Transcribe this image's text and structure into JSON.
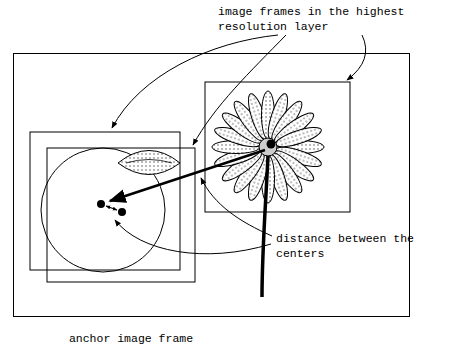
{
  "diagram": {
    "nodes": [
      {
        "text": [
          "anchor image frame"
        ]
      }
    ],
    "labels": [
      "image frames in the highest resolution layer",
      "distance between the centers"
    ]
  }
}
